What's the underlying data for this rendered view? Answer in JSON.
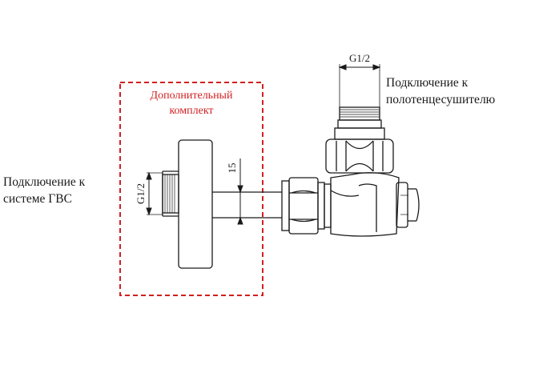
{
  "labels": {
    "towel_connection_line1": "Подключение к",
    "towel_connection_line2": "полотенцесушителю",
    "hot_water_connection_line1": "Подключение к",
    "hot_water_connection_line2": "системе ГВС",
    "extra_kit_line1": "Дополнительный",
    "extra_kit_line2": "комплект"
  },
  "dimensions": {
    "top_thread": "G1/2",
    "left_thread": "G1/2",
    "pipe_height": "15"
  },
  "colors": {
    "line": "#1a1a1a",
    "accent_red": "#d11f1f"
  }
}
